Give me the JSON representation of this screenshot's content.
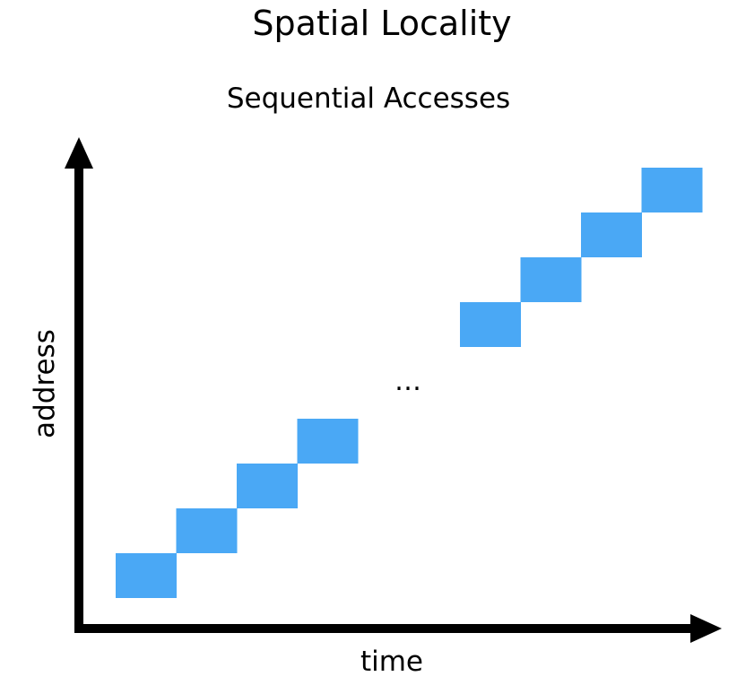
{
  "title": "Spatial Locality",
  "subtitle": "Sequential Accesses",
  "axes": {
    "x_label": "time",
    "y_label": "address"
  },
  "ellipsis": "…",
  "colors": {
    "block": "#4AA8F5",
    "axis": "#000000"
  },
  "accesses": {
    "first_run": [
      1,
      2,
      3,
      4
    ],
    "second_run": [
      1,
      2,
      3,
      4
    ]
  }
}
